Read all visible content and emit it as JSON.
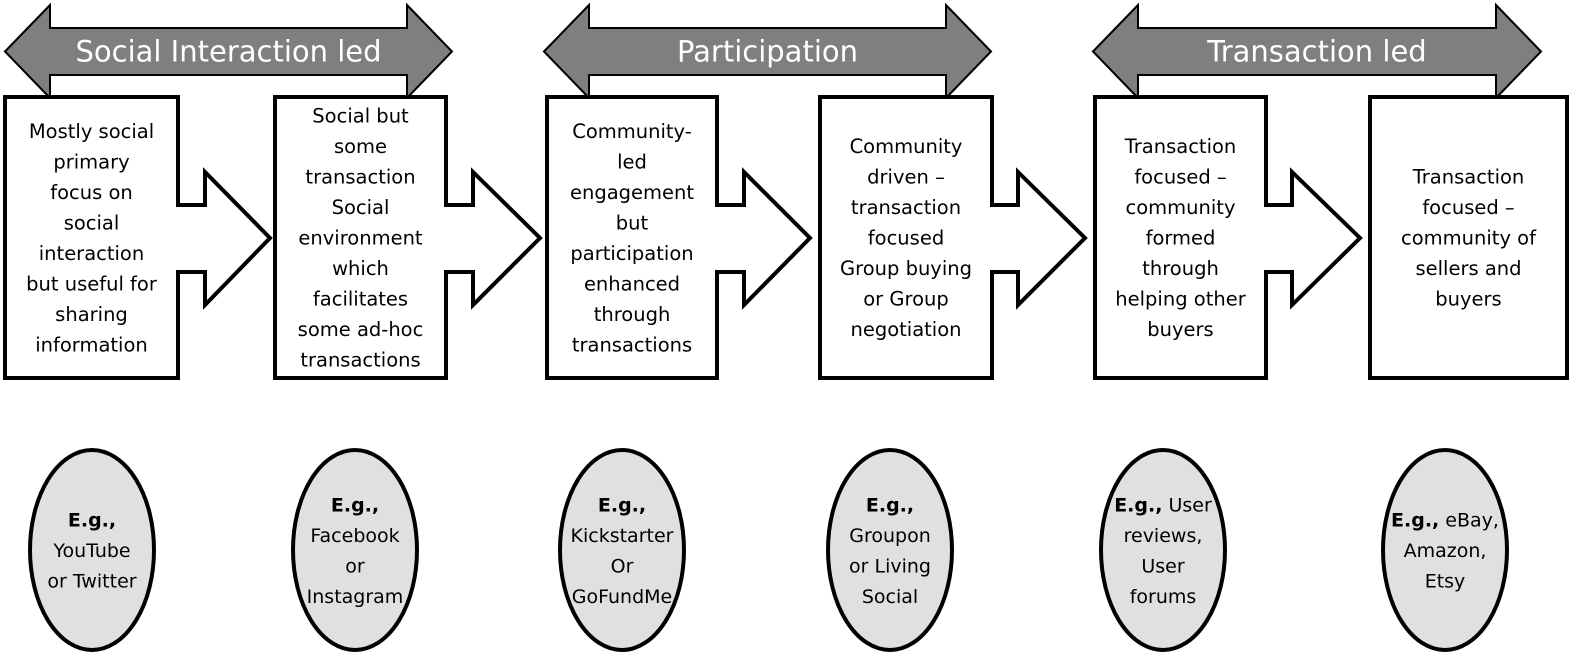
{
  "colors": {
    "category_arrow_fill": "#7f7f7f",
    "category_arrow_stroke": "#000000",
    "category_text": "#ffffff",
    "box_fill": "#ffffff",
    "box_stroke": "#000000",
    "example_fill": "#e0e0e0",
    "example_stroke": "#000000"
  },
  "categories": [
    {
      "label": "Social Interaction led",
      "spans_stages": [
        1,
        2
      ]
    },
    {
      "label": "Participation",
      "spans_stages": [
        3,
        4
      ]
    },
    {
      "label": "Transaction led",
      "spans_stages": [
        5,
        6
      ]
    }
  ],
  "stages": [
    {
      "lines": [
        "Mostly social",
        "primary",
        "focus on",
        "social",
        "interaction",
        "but useful for",
        "sharing",
        "information"
      ],
      "example": [
        "E.g.,",
        "YouTube",
        "or Twitter"
      ],
      "has_next_arrow": true
    },
    {
      "lines": [
        "Social but",
        "some",
        "transaction",
        "Social",
        "environment",
        "which",
        "facilitates",
        "some ad-hoc",
        "transactions"
      ],
      "example": [
        "E.g.,",
        "Facebook",
        "or",
        "Instagram"
      ],
      "has_next_arrow": true
    },
    {
      "lines": [
        "Community-",
        "led",
        "engagement",
        "but",
        "participation",
        "enhanced",
        "through",
        "transactions"
      ],
      "example": [
        "E.g.,",
        "Kickstarter",
        "Or",
        "GoFundMe"
      ],
      "has_next_arrow": true
    },
    {
      "lines": [
        "Community",
        "driven –",
        "transaction",
        "focused",
        "Group buying",
        "or Group",
        "negotiation"
      ],
      "example": [
        "E.g.,",
        "Groupon",
        "or Living",
        "Social"
      ],
      "has_next_arrow": true
    },
    {
      "lines": [
        "Transaction",
        "focused –",
        "community",
        "formed",
        "through",
        "helping other",
        "buyers"
      ],
      "example": [
        "E.g., User",
        "reviews,",
        "User",
        "forums"
      ],
      "has_next_arrow": true
    },
    {
      "lines": [
        "Transaction",
        "focused –",
        "community of",
        "sellers and",
        "buyers"
      ],
      "example": [
        "E.g., eBay,",
        "Amazon,",
        "Etsy"
      ],
      "has_next_arrow": false
    }
  ]
}
